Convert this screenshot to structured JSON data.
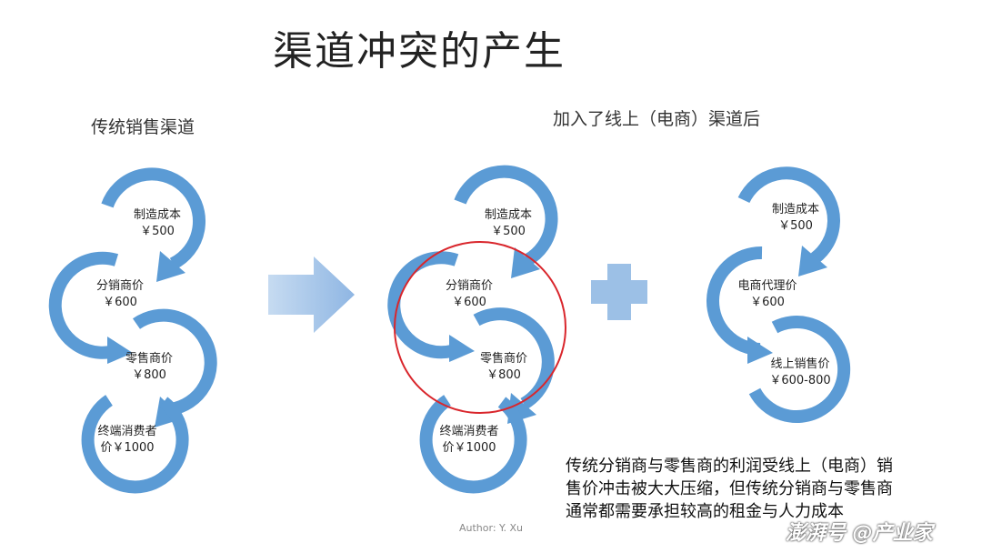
{
  "title": "渠道冲突的产生",
  "left_heading": "传统销售渠道",
  "right_heading": "加入了线上（电商）渠道后",
  "traditional_chain": [
    {
      "name": "制造成本",
      "price": "￥500"
    },
    {
      "name": "分销商价",
      "price": "￥600"
    },
    {
      "name": "零售商价",
      "price": "￥800"
    },
    {
      "name": "终端消费者",
      "price": "价￥1000"
    }
  ],
  "middle_chain": [
    {
      "name": "制造成本",
      "price": "￥500"
    },
    {
      "name": "分销商价",
      "price": "￥600"
    },
    {
      "name": "零售商价",
      "price": "￥800"
    },
    {
      "name": "终端消费者",
      "price": "价￥1000"
    }
  ],
  "online_chain": [
    {
      "name": "制造成本",
      "price": "￥500"
    },
    {
      "name": "电商代理价",
      "price": "￥600"
    },
    {
      "name": "线上销售价",
      "price": "￥600-800"
    }
  ],
  "note_lines": [
    "传统分销商与零售商的利润受线上（电商）销",
    "售价冲击被大大压缩，但传统分销商与零售商",
    "通常都需要承担较高的租金与人力成本"
  ],
  "author": "Author: Y. Xu",
  "watermark": "澎湃号 @产业家",
  "colors": {
    "ring": "#5b9bd5",
    "arrow_fill": "#a9c7ea",
    "plus_fill": "#9cc0e6",
    "circle_highlight": "#d9262c"
  }
}
